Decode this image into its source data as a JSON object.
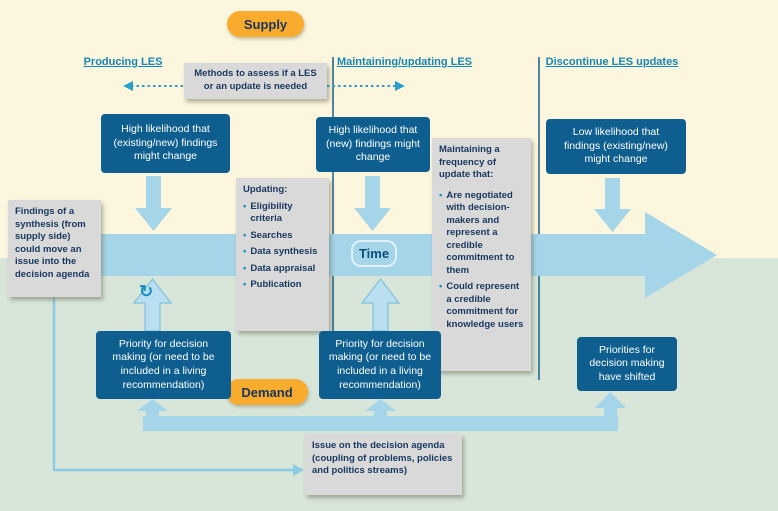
{
  "labels": {
    "supply": "Supply",
    "demand": "Demand",
    "time": "Time"
  },
  "phases": {
    "producing": "Producing LES",
    "maintaining": "Maintaining/updating LES",
    "discontinue": "Discontinue LES updates"
  },
  "boxes": {
    "methods": "Methods to assess if a LES or an update is needed",
    "high_likelihood_existing": "High likelihood that (existing/new) findings might change",
    "high_likelihood_new": "High likelihood that (new) findings might change",
    "low_likelihood": "Low likelihood that findings (existing/new) might change",
    "findings_synthesis": "Findings of a synthesis (from supply side) could move an issue into the decision agenda",
    "priority_left": "Priority for decision making (or need to be included in a living recommendation)",
    "priority_center": "Priority for decision making (or need to be included in a living recommendation)",
    "priorities_shifted": "Priorities for decision making have shifted",
    "issue_agenda": "Issue on the decision agenda (coupling of problems, policies and politics streams)"
  },
  "updating": {
    "title": "Updating:",
    "items": [
      "Eligibility criteria",
      "Searches",
      "Data synthesis",
      "Data appraisal",
      "Publication"
    ]
  },
  "maintaining_frequency": {
    "title": "Maintaining a frequency of update that:",
    "items": [
      "Are negotiated with decision-makers and represent a credible commitment to them",
      "Could represent a credible commitment for knowledge users"
    ]
  },
  "icons": {
    "bullet": "•",
    "cycle_glyph": "↻"
  },
  "colors": {
    "dark_blue": "#0e5f8f",
    "light_blue": "#a5d5e8",
    "teal": "#1a8fbf",
    "orange": "#f9ab2d",
    "gray": "#d9d9d9",
    "navy_text": "#17365d",
    "bg_top": "#fbf6dd",
    "bg_bottom": "#d7e6d9"
  }
}
